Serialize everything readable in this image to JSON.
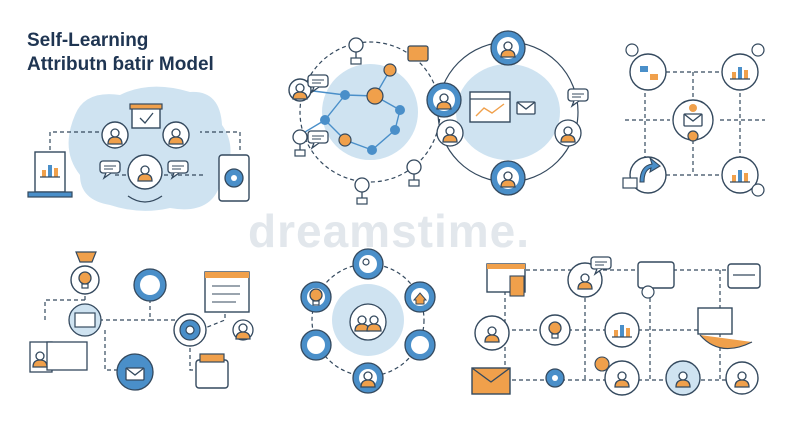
{
  "title": {
    "line1": "Self-Learning",
    "line2": "Attributn ɓatir Model"
  },
  "watermark": "dreamstime.",
  "colors": {
    "navy": "#1f3552",
    "blue": "#4a8fc9",
    "light_blue": "#cfe3f1",
    "orange": "#f0a04b",
    "outline": "#34495e"
  },
  "clusters": [
    {
      "name": "cluster-top-left",
      "icons": [
        "laptop-chart-icon",
        "presentation-board-icon",
        "user-avatar-icon",
        "user-avatar-icon",
        "chat-bubble-icon",
        "chat-bubble-icon",
        "person-centre-icon",
        "tablet-gear-icon"
      ]
    },
    {
      "name": "cluster-top-middle-left",
      "icons": [
        "user-avatar-icon",
        "chat-icon",
        "key-icon",
        "calendar-icon",
        "bulb-pin-icon",
        "building-pin-icon",
        "link-icon"
      ]
    },
    {
      "name": "cluster-top-middle-right",
      "icons": [
        "user-avatar-icon",
        "user-avatar-icon",
        "user-avatar-icon",
        "user-avatar-icon",
        "user-avatar-icon",
        "mail-icon",
        "browser-window-icon",
        "chat-bubble-icon"
      ]
    },
    {
      "name": "cluster-top-right",
      "icons": [
        "hierarchy-icon",
        "bar-chart-icon",
        "mail-icon",
        "cycle-arrow-icon",
        "bar-chart-icon",
        "gear-icon"
      ]
    },
    {
      "name": "cluster-bottom-left",
      "icons": [
        "trophy-bulb-icon",
        "target-icon",
        "mail-icon",
        "checklist-icon",
        "document-icon",
        "user-avatar-icon",
        "printer-icon"
      ]
    },
    {
      "name": "cluster-bottom-middle",
      "icons": [
        "team-icon",
        "search-icon",
        "home-icon",
        "chat-icon",
        "user-avatar-icon",
        "map-icon",
        "bulb-icon"
      ]
    },
    {
      "name": "cluster-bottom-right",
      "icons": [
        "document-icon",
        "user-avatar-icon",
        "browser-window-icon",
        "card-icon",
        "bulb-icon",
        "bar-chart-icon",
        "mail-icon",
        "user-avatar-icon",
        "trophy-icon",
        "network-node-icon"
      ]
    }
  ]
}
